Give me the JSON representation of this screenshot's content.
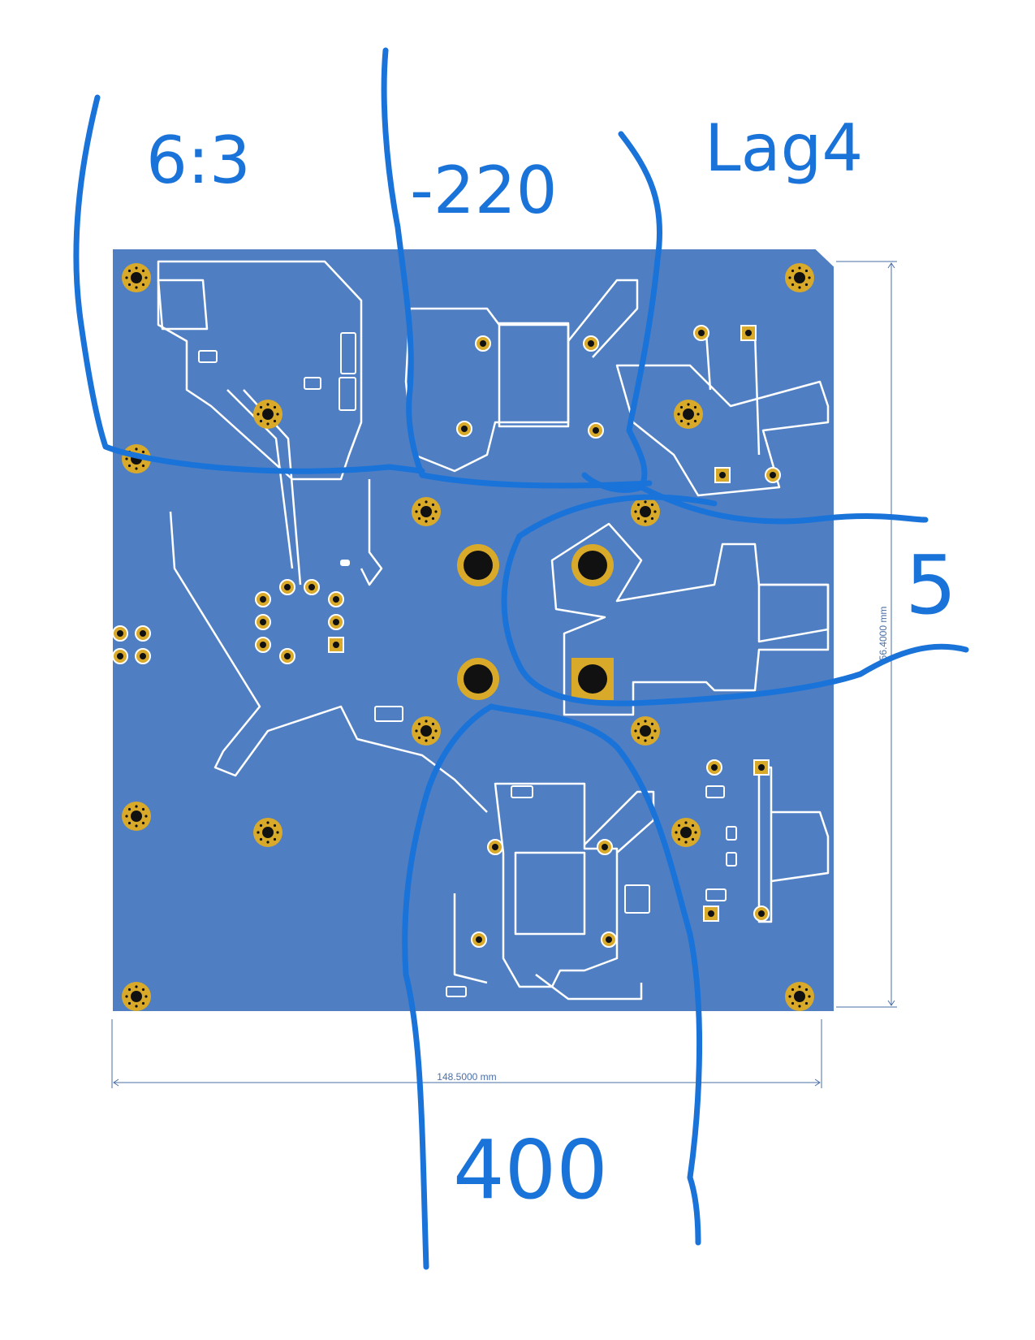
{
  "board": {
    "width_label": "148.5000 mm",
    "height_label": "56.4000 mm",
    "copper_color": "#4f7fc2",
    "trace_color": "#ffffff",
    "pad_gold": "#d9a92a",
    "hole_color": "#111111"
  },
  "annotations": {
    "color": "#1a73d9",
    "labels": {
      "top_left": "6:3",
      "top_center": "-220",
      "top_right": "Lag4",
      "right_middle": "5",
      "bottom": "400"
    }
  }
}
